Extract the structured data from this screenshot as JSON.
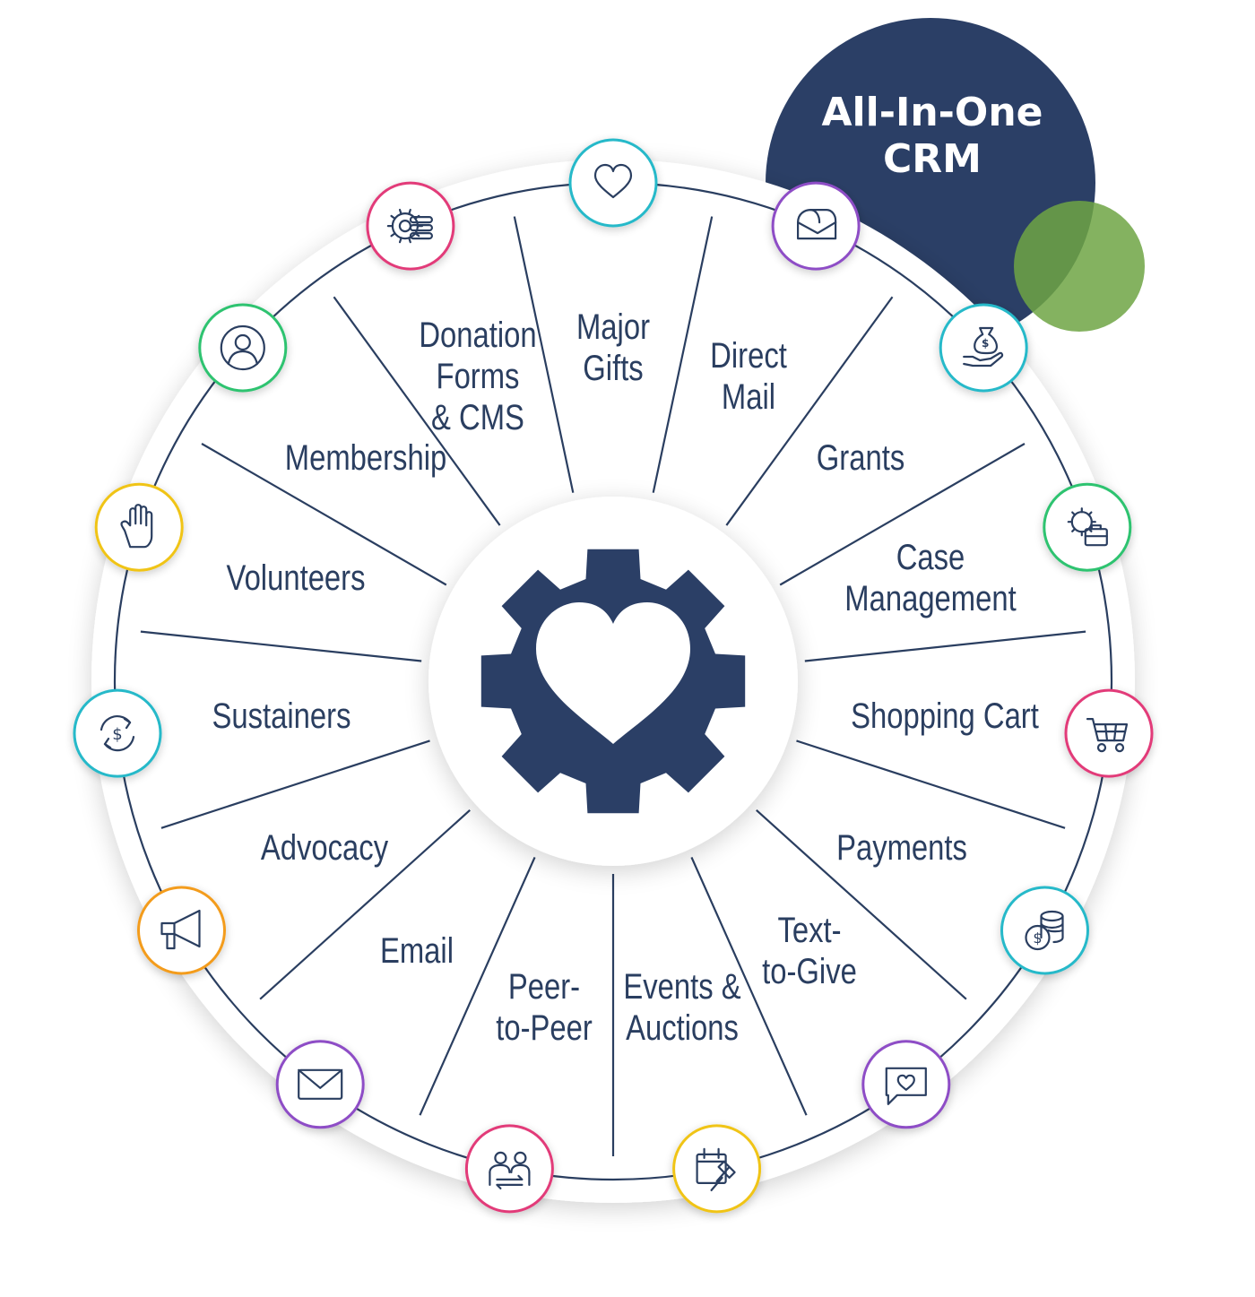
{
  "badge": {
    "title": "All-In-One\nCRM",
    "color_main": "#2b3f66",
    "color_accent": "#6ea544"
  },
  "center_icon": "gear-heart-icon",
  "colors": {
    "text": "#2a3e60",
    "lines": "#2a3e60"
  },
  "segments": [
    {
      "label": "Major\nGifts",
      "icon": "heart-icon",
      "ring": "#25b9c9"
    },
    {
      "label": "Direct\nMail",
      "icon": "mailbox-icon",
      "ring": "#8e4ec6"
    },
    {
      "label": "Grants",
      "icon": "money-bag-hand-icon",
      "ring": "#25b9c9"
    },
    {
      "label": "Case\nManagement",
      "icon": "gear-briefcase-icon",
      "ring": "#2dc370"
    },
    {
      "label": "Shopping Cart",
      "icon": "shopping-cart-icon",
      "ring": "#e23b79"
    },
    {
      "label": "Payments",
      "icon": "coins-icon",
      "ring": "#25b9c9"
    },
    {
      "label": "Text-\nto-Give",
      "icon": "chat-heart-icon",
      "ring": "#8e4ec6"
    },
    {
      "label": "Events &\nAuctions",
      "icon": "calendar-gavel-icon",
      "ring": "#f0c419"
    },
    {
      "label": "Peer-\nto-Peer",
      "icon": "people-exchange-icon",
      "ring": "#e23b79"
    },
    {
      "label": "Email",
      "icon": "envelope-icon",
      "ring": "#8e4ec6"
    },
    {
      "label": "Advocacy",
      "icon": "megaphone-icon",
      "ring": "#f39c1f"
    },
    {
      "label": "Sustainers",
      "icon": "recurring-dollar-icon",
      "ring": "#25b9c9"
    },
    {
      "label": "Volunteers",
      "icon": "raised-hand-icon",
      "ring": "#f0c419"
    },
    {
      "label": "Membership",
      "icon": "person-circle-icon",
      "ring": "#2dc370"
    },
    {
      "label": "Donation\nForms\n& CMS",
      "icon": "gear-form-icon",
      "ring": "#e23b79"
    }
  ]
}
